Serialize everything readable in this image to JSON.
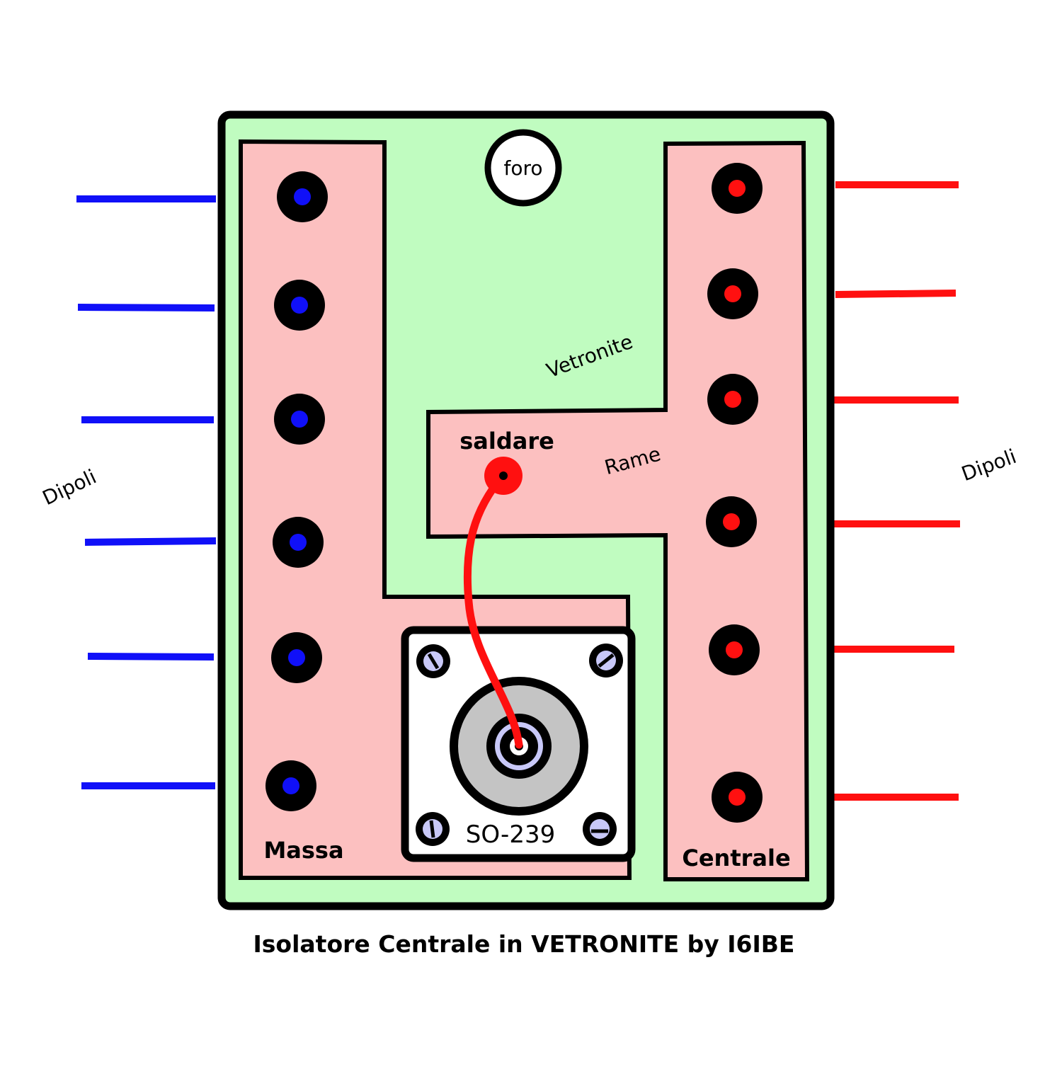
{
  "labels": {
    "hole": "foro",
    "fiberglass": "Vetronite",
    "solder": "saldare",
    "copper": "Rame",
    "ground": "Massa",
    "connector": "SO-239",
    "center": "Centrale",
    "dipoles_left": "Dipoli",
    "dipoles_right": "Dipoli"
  },
  "caption": "Isolatore Centrale in VETRONITE by I6IBE",
  "colors": {
    "board": "#c0fcc0",
    "copper": "#fcc0c0",
    "ground_wire": "#1010f8",
    "center_wire": "#ff1010",
    "connector_body": "#c4c4c4",
    "screw": "#c8c8f8"
  }
}
